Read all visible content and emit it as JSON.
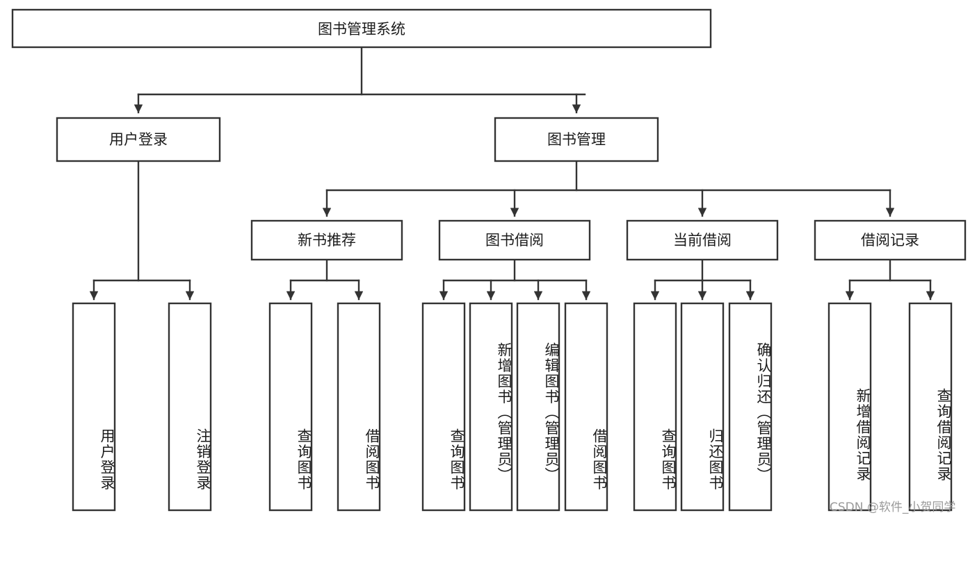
{
  "diagram": {
    "title": "图书管理系统",
    "type": "hierarchy-tree",
    "orientation": "top-down",
    "colors": {
      "box_stroke": "#333333",
      "box_fill": "#ffffff",
      "text": "#1b1b1b",
      "background": "#ffffff",
      "watermark": "#9a9a9a"
    },
    "levels": {
      "root": {
        "label": "图书管理系统"
      },
      "level2": [
        {
          "id": "user-login",
          "label": "用户登录"
        },
        {
          "id": "book-management",
          "label": "图书管理"
        }
      ],
      "level3": [
        {
          "id": "new-book-recommend",
          "label": "新书推荐",
          "parent": "book-management"
        },
        {
          "id": "book-borrow",
          "label": "图书借阅",
          "parent": "book-management"
        },
        {
          "id": "current-borrow",
          "label": "当前借阅",
          "parent": "book-management"
        },
        {
          "id": "borrow-record",
          "label": "借阅记录",
          "parent": "book-management"
        }
      ],
      "leaves": [
        {
          "id": "leaf-user-login",
          "label": "用户登录",
          "parent": "user-login"
        },
        {
          "id": "leaf-logout-login",
          "label": "注销登录",
          "parent": "user-login"
        },
        {
          "id": "leaf-query-book-1",
          "label": "查询图书",
          "parent": "new-book-recommend"
        },
        {
          "id": "leaf-borrow-book-1",
          "label": "借阅图书",
          "parent": "new-book-recommend"
        },
        {
          "id": "leaf-query-book-2",
          "label": "查询图书",
          "parent": "book-borrow"
        },
        {
          "id": "leaf-add-book",
          "label": "新增图书（管理员）",
          "parent": "book-borrow"
        },
        {
          "id": "leaf-edit-book",
          "label": "编辑图书（管理员）",
          "parent": "book-borrow"
        },
        {
          "id": "leaf-borrow-book-2",
          "label": "借阅图书",
          "parent": "book-borrow"
        },
        {
          "id": "leaf-query-book-3",
          "label": "查询图书",
          "parent": "current-borrow"
        },
        {
          "id": "leaf-return-book",
          "label": "归还图书",
          "parent": "current-borrow"
        },
        {
          "id": "leaf-confirm-return",
          "label": "确认归还（管理员）",
          "parent": "current-borrow"
        },
        {
          "id": "leaf-add-record",
          "label": "新增借阅记录",
          "parent": "borrow-record"
        },
        {
          "id": "leaf-query-record",
          "label": "查询借阅记录",
          "parent": "borrow-record"
        }
      ]
    }
  },
  "watermark": {
    "text": "CSDN @软件_小贺同学"
  }
}
